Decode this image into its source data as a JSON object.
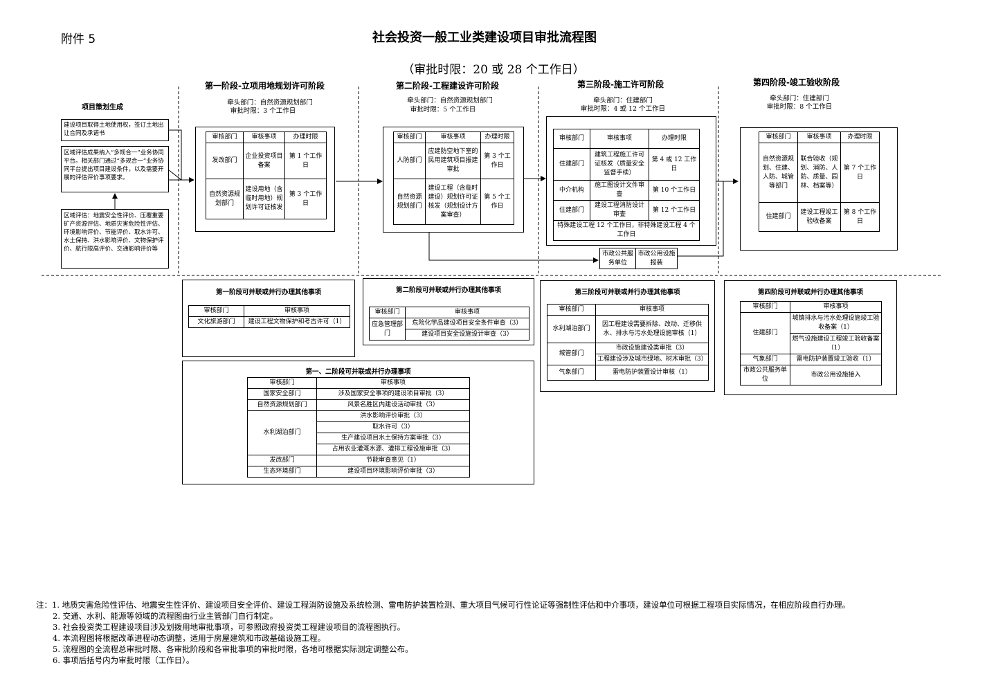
{
  "header": {
    "attachment": "附件 5",
    "title": "社会投资一般工业类建设项目审批流程图",
    "subtitle": "（审批时限：20 或 28 个工作日）"
  },
  "common": {
    "col_dept": "审核部门",
    "col_item": "审核事项",
    "col_time": "办理时限"
  },
  "pre": {
    "title": "项目策划生成",
    "box1": "建设项目取得土地使用权，签订土地出让合同及承诺书",
    "box2": "区域评估成果纳入“多规合一”业务协同平台。相关部门通过“多规合一”业务协同平台提出项目建设条件，以及需要开展的评估评价事项要求。",
    "box3": "区域评估：地震安全性评价、压覆重要矿产资源评估、地质灾害危险性评估、环境影响评价、节能评价、取水许可、水土保持、洪水影响评价、文物保护评价、航行限高评价、交通影响评价等"
  },
  "stage1": {
    "title": "第一阶段-立项用地规划许可阶段",
    "lead": "牵头部门：自然资源规划部门",
    "limit": "审批时限：3 个工作日",
    "rows": [
      {
        "dept": "发改部门",
        "item": "企业投资项目备案",
        "time": "第 1 个工作日"
      },
      {
        "dept": "自然资源规划部门",
        "item": "建设用地（含临时用地）规划许可证核发",
        "time": "第 3 个工作日"
      }
    ]
  },
  "stage2": {
    "title": "第二阶段-工程建设许可阶段",
    "lead": "牵头部门：自然资源规划部门",
    "limit": "审批时限：5 个工作日",
    "rows": [
      {
        "dept": "人防部门",
        "item": "应建防空地下室的民用建筑项目报建审批",
        "time": "第 3 个工作日"
      },
      {
        "dept": "自然资源规划部门",
        "item": "建设工程（含临时建设）规划许可证核发（规划设计方案审查）",
        "time": "第 5 个工作日"
      }
    ]
  },
  "stage3": {
    "title": "第三阶段-施工许可阶段",
    "lead": "牵头部门：住建部门",
    "limit": "审批时限：4 或 12 个工作日",
    "rows": [
      {
        "dept": "住建部门",
        "item": "建筑工程施工许可证核发（质量安全监督手续）",
        "time": "第 4 或 12 工作日"
      },
      {
        "dept": "中介机构",
        "item": "施工图设计文件审查",
        "time": "第 10 个工作日"
      },
      {
        "dept": "住建部门",
        "item": "建设工程消防设计审查",
        "time": "第 12 个工作日"
      }
    ],
    "footer": "特殊建设工程 12 个工作日，非特殊建设工程 4 个工作日",
    "side1": "市政公共服务单位",
    "side2": "市政公用设施报装"
  },
  "stage4": {
    "title": "第四阶段-竣工验收阶段",
    "lead": "牵头部门：住建部门",
    "limit": "审批时限：8 个工作日",
    "rows": [
      {
        "dept": "自然资源规划、住建、人防、城管等部门",
        "item": "联合验收（规划、消防、人防、质量、园林、档案等）",
        "time": "第 7 个工作日"
      },
      {
        "dept": "住建部门",
        "item": "建设工程竣工验收备案",
        "time": "第 8 个工作日"
      }
    ]
  },
  "par1": {
    "title": "第一阶段可并联或并行办理其他事项",
    "rows": [
      {
        "dept": "文化旅游部门",
        "item": "建设工程文物保护和考古许可（1）"
      }
    ]
  },
  "par2": {
    "title": "第二阶段可并联或并行办理其他事项",
    "dept": "应急管理部门",
    "items": [
      "危险化学品建设项目安全条件审查（3）",
      "建设项目安全设施设计审查（3）"
    ]
  },
  "par3": {
    "title": "第三阶段可并联或并行办理其他事项",
    "rows": [
      {
        "dept": "水利湖泊部门",
        "item": "因工程建设需要拆除、改动、迁移供水、排水与污水处理设施审核（1）"
      },
      {
        "dept": "城管部门",
        "item": "市政设施建设类审批（3）"
      },
      {
        "dept": "",
        "item": "工程建设涉及城市绿地、树木审批（3）"
      },
      {
        "dept": "气象部门",
        "item": "雷电防护装置设计审核（1）"
      }
    ]
  },
  "par4": {
    "title": "第四阶段可并联或并行办理其他事项",
    "rows": [
      {
        "dept": "住建部门",
        "item": "城镇排水与污水处理设施竣工验收备案（1）"
      },
      {
        "dept": "",
        "item": "燃气设施建设工程竣工验收备案（1）"
      },
      {
        "dept": "气象部门",
        "item": "雷电防护装置竣工验收（1）"
      },
      {
        "dept": "市政公共服务单位",
        "item": "市政公用设施接入"
      }
    ]
  },
  "par12": {
    "title": "第一、二阶段可并联或并行办理事项",
    "rows": [
      {
        "dept": "国家安全部门",
        "item": "涉及国家安全事项的建设项目审批（3）"
      },
      {
        "dept": "自然资源规划部门",
        "item": "风景名胜区内建设活动审批（3）"
      },
      {
        "dept": "水利湖泊部门",
        "item": "洪水影响评价审批（3）"
      },
      {
        "dept": "",
        "item": "取水许可（3）"
      },
      {
        "dept": "",
        "item": "生产建设项目水土保持方案审批（3）"
      },
      {
        "dept": "",
        "item": "占用农业灌溉水源、灌排工程设施审批（3）"
      },
      {
        "dept": "发改部门",
        "item": "节能审查意见（1）"
      },
      {
        "dept": "生态环境部门",
        "item": "建设项目环境影响评价审批（3）"
      }
    ]
  },
  "notes": [
    "注：1. 地质灾害危险性评估、地震安生性评价、建设项目安全评价、建设工程消防设施及系统检测、雷电防护装置检测、重大项目气候可行性论证等强制性评估和中介事项，建设单位可根据工程项目实际情况，在相应阶段自行办理。",
    "2. 交通、水利、能源等领域的流程图由行业主管部门自行制定。",
    "3. 社会投资类工程建设项目涉及划拨用地审批事项，可参照政府投资类工程建设项目的流程图执行。",
    "4. 本流程图将根据改革进程动态调整，适用于房屋建筑和市政基础设施工程。",
    "5. 流程图的全流程总审批时限、各审批阶段和各审批事项的审批时限，各地可根据实际测定调整公布。",
    "6. 事项后括号内为审批时限（工作日）。"
  ]
}
